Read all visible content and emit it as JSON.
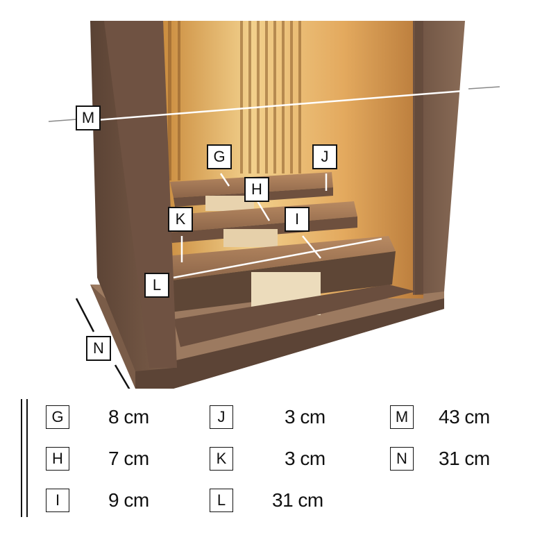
{
  "labels": {
    "g": "G",
    "h": "H",
    "i": "I",
    "j": "J",
    "k": "K",
    "l": "L",
    "m": "M",
    "n": "N"
  },
  "legend": [
    {
      "key": "G",
      "value": "8 cm"
    },
    {
      "key": "H",
      "value": "7 cm"
    },
    {
      "key": "I",
      "value": "9 cm"
    },
    {
      "key": "J",
      "value": "3 cm"
    },
    {
      "key": "K",
      "value": "3 cm"
    },
    {
      "key": "L",
      "value": "31 cm"
    },
    {
      "key": "M",
      "value": "43 cm"
    },
    {
      "key": "N",
      "value": "31 cm"
    }
  ],
  "colors": {
    "wood_dark": "#6b5040",
    "wood_mid": "#8a6a52",
    "wood_light": "#b08660",
    "interior_glow": "#e7b46a",
    "block_light": "#ead8b8",
    "dimension_line": "#ffffff",
    "outline": "#111111"
  }
}
